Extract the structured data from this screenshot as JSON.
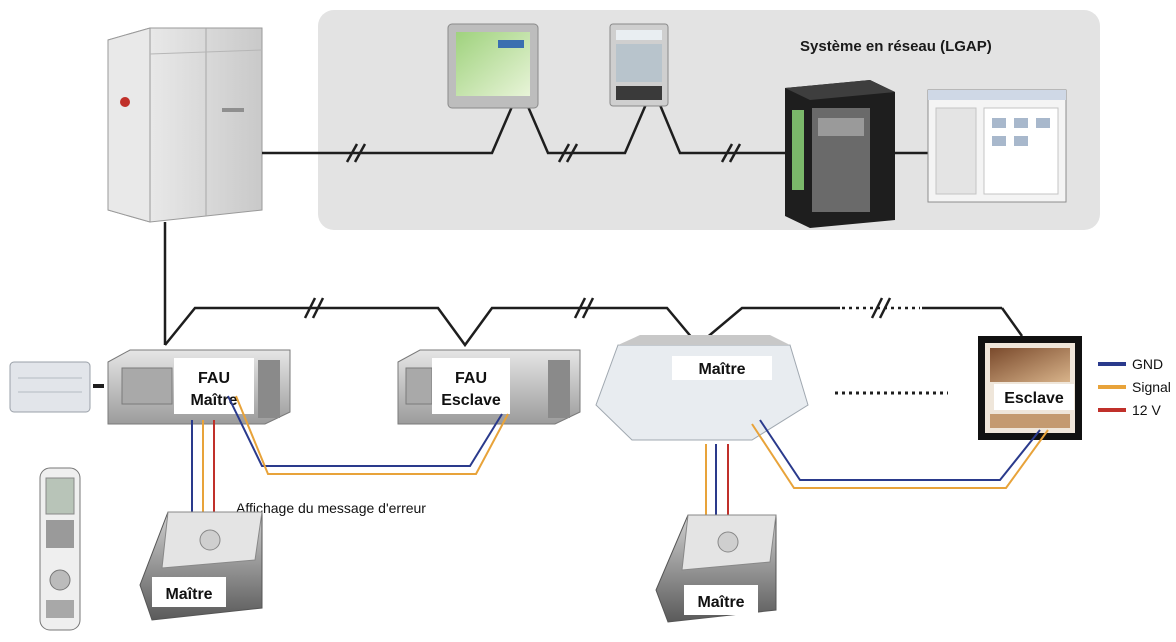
{
  "network": {
    "title": "Système en réseau (LGAP)"
  },
  "units": {
    "fau_master_line1": "FAU",
    "fau_master_line2": "Maître",
    "fau_slave_line1": "FAU",
    "fau_slave_line2": "Esclave",
    "cassette_label": "Maître",
    "slave_panel_label": "Esclave",
    "controller_left_label": "Maître",
    "controller_right_label": "Maître"
  },
  "annotation": {
    "error_message": "Affichage du message d'erreur"
  },
  "legend": {
    "items": [
      {
        "label": "GND",
        "color": "#2a3a8c"
      },
      {
        "label": "Signal",
        "color": "#e8a33a"
      },
      {
        "label": "12 V",
        "color": "#c0302a"
      }
    ]
  },
  "colors": {
    "network_panel": "#e3e3e3",
    "cable": "#1e1e1e",
    "unit_body": "#d6d6d6"
  }
}
